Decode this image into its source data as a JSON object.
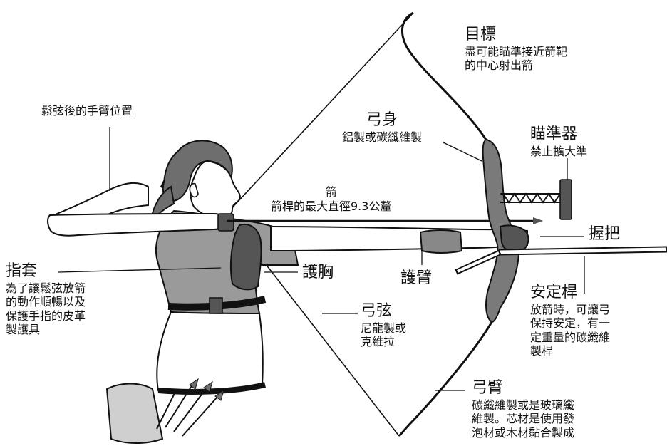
{
  "colors": {
    "ink": "#111111",
    "skin": "#ffffff",
    "shirt": "#9a9a9a",
    "hair": "#6e6e6e",
    "riser": "#7a7a7a",
    "grip": "#555555",
    "guard": "#888888",
    "quiver": "#cfcfcf"
  },
  "labels": {
    "target": {
      "title": "目標",
      "desc": "盡可能瞄準接近箭靶\n的中心射出箭"
    },
    "post_release": {
      "title": "鬆弦後的手臂位置"
    },
    "bow_body": {
      "title": "弓身",
      "desc": "鋁製或碳纖維製"
    },
    "sight": {
      "title": "瞄準器",
      "desc": "禁止擴大準"
    },
    "arrow": {
      "title": "箭",
      "desc": "箭桿的最大直徑9.3公釐"
    },
    "grip": {
      "title": "握把"
    },
    "finger_tab": {
      "title": "指套",
      "desc": "為了讓鬆弦放箭\n的動作順暢以及\n保護手指的皮革\n製護具"
    },
    "chest_guard": {
      "title": "護胸"
    },
    "arm_guard": {
      "title": "護臂"
    },
    "stabilizer": {
      "title": "安定桿",
      "desc": "放箭時，可讓弓\n保持安定，有一\n定重量的碳纖維\n製桿"
    },
    "bowstring": {
      "title": "弓弦",
      "desc": "尼龍製或\n克維拉"
    },
    "limb": {
      "title": "弓臂",
      "desc": "碳纖維製或是玻璃纖\n維製。芯材是使用發\n泡材或木材黏合製成"
    }
  }
}
